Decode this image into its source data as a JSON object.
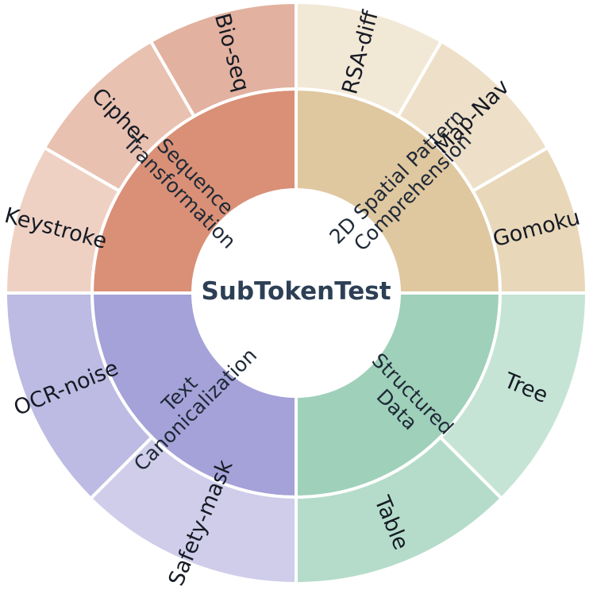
{
  "title": "SubTokenTest",
  "categories": [
    {
      "label_lines": [
        "2D Spatial Pattern",
        "Comprehension"
      ],
      "color": "#dfc79f",
      "children": [
        {
          "label": "RSA-diff",
          "color": "#f2e8d6"
        },
        {
          "label": "Map-Nav",
          "color": "#eee0c8"
        },
        {
          "label": "Gomoku",
          "color": "#e8d7b9"
        }
      ]
    },
    {
      "label_lines": [
        "Structured",
        "Data"
      ],
      "color": "#9fd0ba",
      "children": [
        {
          "label": "Tree",
          "color": "#c5e4d6"
        },
        {
          "label": "Table",
          "color": "#b5dccb"
        }
      ]
    },
    {
      "label_lines": [
        "Text",
        "Canonicalization"
      ],
      "color": "#a4a2d8",
      "children": [
        {
          "label": "Safety-mask",
          "color": "#cfcdea"
        },
        {
          "label": "OCR-noise",
          "color": "#bdbbe3"
        }
      ]
    },
    {
      "label_lines": [
        "Sequence",
        "Transformation"
      ],
      "color": "#d99076",
      "children": [
        {
          "label": "Keystroke",
          "color": "#efd1c4"
        },
        {
          "label": "Cipher",
          "color": "#e9c1b1"
        },
        {
          "label": "Bio-seq",
          "color": "#e2b19f"
        }
      ]
    }
  ]
}
